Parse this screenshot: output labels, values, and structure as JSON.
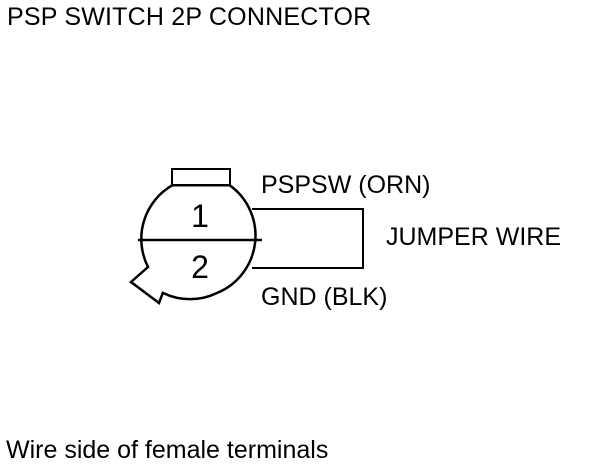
{
  "title": "PSP SWITCH 2P CONNECTOR",
  "caption": "Wire side of female terminals",
  "connector": {
    "pins": [
      "1",
      "2"
    ]
  },
  "labels": {
    "pin1_wire": "PSPSW (ORN)",
    "pin2_wire": "GND (BLK)",
    "jumper": "JUMPER WIRE"
  },
  "colors": {
    "line": "#000000",
    "background": "#ffffff"
  }
}
